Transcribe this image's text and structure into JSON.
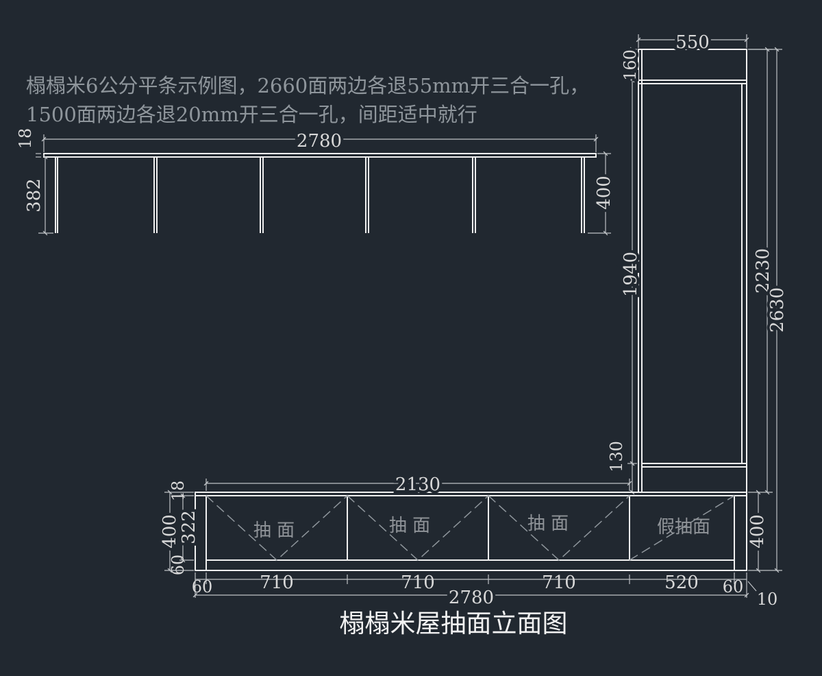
{
  "drawing": {
    "title": "榻榻米屋抽面立面图",
    "note_line1": "榻榻米6公分平条示例图，2660面两边各退55mm开三合一孔，",
    "note_line2": "1500面两边各退20mm开三合一孔，间距适中就行"
  },
  "slat_view": {
    "total_width": "2780",
    "thickness": "18",
    "left_leg": "382",
    "right_height": "400"
  },
  "tall_cabinet": {
    "width": "550",
    "top": "160",
    "inner": "1940",
    "base_gap": "130",
    "inner_total": "2230",
    "total": "2630",
    "bottom": "400"
  },
  "base_cabinet": {
    "inner_width": "2130",
    "thickness": "18",
    "height": "400",
    "drawer_height": "322",
    "plinth": "60",
    "left_side": "60",
    "right_side": "60",
    "gap": "10",
    "total_width": "2780",
    "sections": [
      {
        "width": "710",
        "label": "抽 面"
      },
      {
        "width": "710",
        "label": "抽 面"
      },
      {
        "width": "710",
        "label": "抽 面"
      },
      {
        "width": "520",
        "label": "假抽面"
      }
    ]
  },
  "colors": {
    "background": "#212830",
    "line": "#f0f0f0",
    "dimension": "#bfc3c7",
    "text": "#d8d8d8"
  }
}
